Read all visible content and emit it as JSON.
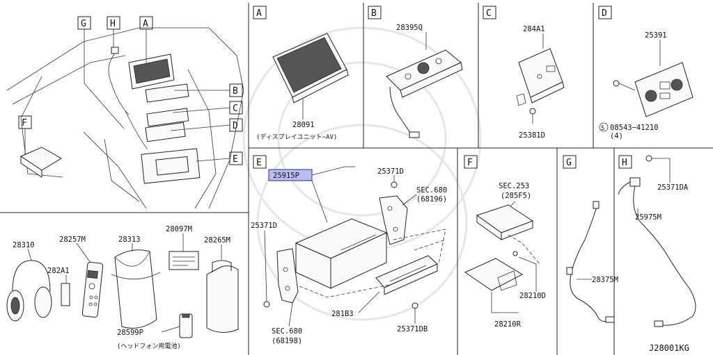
{
  "diagram_code": "J28001KG",
  "overview": {
    "callouts": [
      "G",
      "H",
      "A",
      "B",
      "C",
      "D",
      "F",
      "E"
    ]
  },
  "sections": {
    "A": {
      "letter": "A",
      "parts": [
        "28091"
      ],
      "note": "(ディスプレイユニット−AV)"
    },
    "B": {
      "letter": "B",
      "parts": [
        "28395Q"
      ]
    },
    "C": {
      "letter": "C",
      "parts": [
        "284A1",
        "25381D"
      ]
    },
    "D": {
      "letter": "D",
      "parts": [
        "25391"
      ],
      "screw": "08543−41210",
      "screw_symbol": "S",
      "qty": "(4)"
    },
    "E": {
      "letter": "E",
      "highlight": "25915P",
      "parts": [
        "25371D",
        "25371D",
        "281B3",
        "25371DB"
      ],
      "sec_top": "SEC.680",
      "sec_top_ref": "(68196)",
      "sec_bottom": "SEC.680",
      "sec_bottom_ref": "(68198)"
    },
    "F": {
      "letter": "F",
      "sec": "SEC.253",
      "sec_ref": "(285F5)",
      "parts": [
        "28210D",
        "28210R"
      ]
    },
    "G": {
      "letter": "G",
      "parts": [
        "28375M"
      ]
    },
    "H": {
      "letter": "H",
      "parts": [
        "25371DA",
        "25975M"
      ]
    }
  },
  "accessories": {
    "parts": [
      "28310",
      "28257M",
      "28313",
      "28097M",
      "28265M",
      "282A1",
      "28599P"
    ],
    "battery_note": "(ヘッドフォン用電池)"
  },
  "colors": {
    "highlight_fill": "#b8bdf2",
    "highlight_stroke": "#2a2f8a"
  }
}
